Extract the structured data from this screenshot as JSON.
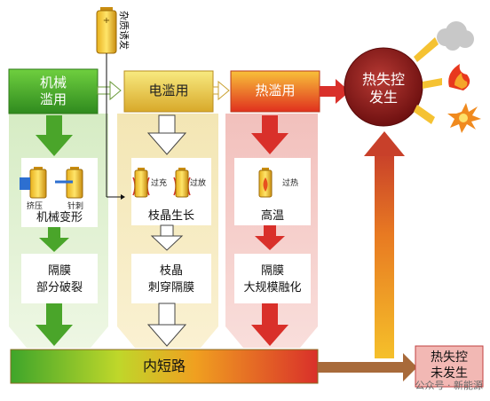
{
  "colors": {
    "mech": "#4aa52a",
    "elec": "#e5c440",
    "therm": "#e45a2a",
    "runaway": "#8b1a1a",
    "hot_red": "#d9302a"
  },
  "top": {
    "impurity": "杂质诱发",
    "mech_abuse": "机械\n滥用",
    "elec_abuse": "电滥用",
    "therm_abuse": "热滥用",
    "runaway": "热失控\n发生"
  },
  "mech": {
    "squeeze": "挤压",
    "pierce": "针刺",
    "deform": "机械变形",
    "separator": "隔膜\n部分破裂"
  },
  "elec": {
    "overcharge": "过充",
    "overdischarge": "过放",
    "dendrite": "枝晶生长",
    "pierce_separator": "枝晶\n刺穿隔膜"
  },
  "therm": {
    "overheat": "过热",
    "high_temp": "高温",
    "melt": "隔膜\n大规模融化"
  },
  "bottom": {
    "short_circuit": "内短路",
    "no_runaway": "热失控\n未发生"
  },
  "watermark": "公众号 · 新能源"
}
